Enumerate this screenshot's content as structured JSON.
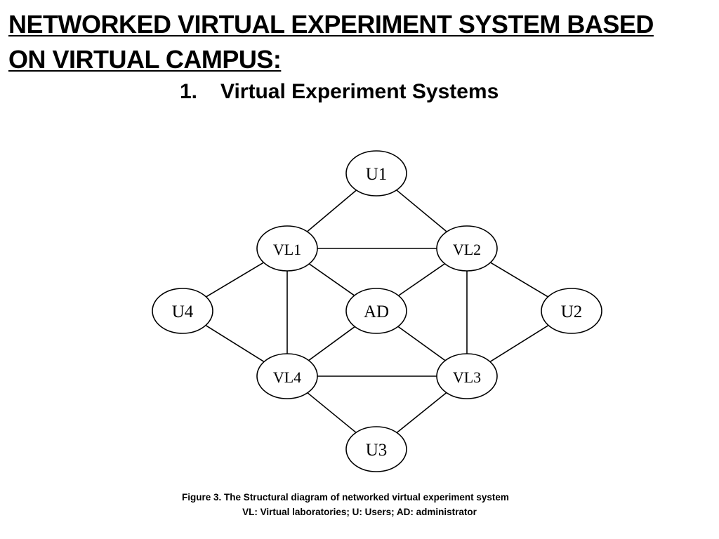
{
  "slide": {
    "title_lines": [
      "NETWORKED VIRTUAL EXPERIMENT SYSTEM BASED",
      "ON VIRTUAL CAMPUS:"
    ],
    "subtitle_number": "1.",
    "subtitle_text": "Virtual Experiment Systems"
  },
  "diagram": {
    "nodes": [
      {
        "id": "U1",
        "label": "U1"
      },
      {
        "id": "VL1",
        "label": "VL1"
      },
      {
        "id": "VL2",
        "label": "VL2"
      },
      {
        "id": "U4",
        "label": "U4"
      },
      {
        "id": "AD",
        "label": "AD"
      },
      {
        "id": "U2",
        "label": "U2"
      },
      {
        "id": "VL4",
        "label": "VL4"
      },
      {
        "id": "VL3",
        "label": "VL3"
      },
      {
        "id": "U3",
        "label": "U3"
      }
    ],
    "edges": [
      [
        "U1",
        "VL1"
      ],
      [
        "U1",
        "VL2"
      ],
      [
        "VL1",
        "VL2"
      ],
      [
        "VL1",
        "AD"
      ],
      [
        "VL2",
        "AD"
      ],
      [
        "VL1",
        "VL4"
      ],
      [
        "VL2",
        "VL3"
      ],
      [
        "U4",
        "VL1"
      ],
      [
        "U4",
        "VL4"
      ],
      [
        "U2",
        "VL2"
      ],
      [
        "U2",
        "VL3"
      ],
      [
        "VL4",
        "AD"
      ],
      [
        "VL3",
        "AD"
      ],
      [
        "VL4",
        "VL3"
      ],
      [
        "U3",
        "VL4"
      ],
      [
        "U3",
        "VL3"
      ]
    ]
  },
  "caption": {
    "line1": "Figure 3. The Structural diagram of networked virtual experiment system",
    "line2": "VL: Virtual laboratories; U: Users; AD: administrator"
  }
}
